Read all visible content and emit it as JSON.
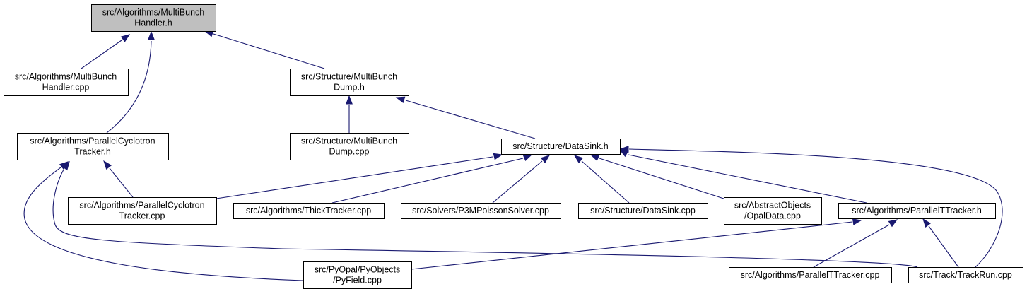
{
  "graph": {
    "nodes": {
      "mbh_h": {
        "lines": [
          "src/Algorithms/MultiBunch",
          "Handler.h"
        ],
        "highlighted": true
      },
      "mbh_cpp": {
        "lines": [
          "src/Algorithms/MultiBunch",
          "Handler.cpp"
        ]
      },
      "mbdump_h": {
        "lines": [
          "src/Structure/MultiBunch",
          "Dump.h"
        ]
      },
      "pct_h": {
        "lines": [
          "src/Algorithms/ParallelCyclotron",
          "Tracker.h"
        ]
      },
      "mbdump_cpp": {
        "lines": [
          "src/Structure/MultiBunch",
          "Dump.cpp"
        ]
      },
      "datasink_h": {
        "lines": [
          "src/Structure/DataSink.h"
        ]
      },
      "pct_cpp": {
        "lines": [
          "src/Algorithms/ParallelCyclotron",
          "Tracker.cpp"
        ]
      },
      "thick_cpp": {
        "lines": [
          "src/Algorithms/ThickTracker.cpp"
        ]
      },
      "p3m_cpp": {
        "lines": [
          "src/Solvers/P3MPoissonSolver.cpp"
        ]
      },
      "datasink_cpp": {
        "lines": [
          "src/Structure/DataSink.cpp"
        ]
      },
      "opaldata_cpp": {
        "lines": [
          "src/AbstractObjects",
          "/OpalData.cpp"
        ]
      },
      "ptt_h": {
        "lines": [
          "src/Algorithms/ParallelTTracker.h"
        ]
      },
      "pyfield_cpp": {
        "lines": [
          "src/PyOpal/PyObjects",
          "/PyField.cpp"
        ]
      },
      "ptt_cpp": {
        "lines": [
          "src/Algorithms/ParallelTTracker.cpp"
        ]
      },
      "trackrun_cpp": {
        "lines": [
          "src/Track/TrackRun.cpp"
        ]
      }
    },
    "edges": [
      {
        "from": "mbh_cpp",
        "to": "mbh_h"
      },
      {
        "from": "mbdump_h",
        "to": "mbh_h"
      },
      {
        "from": "pct_h",
        "to": "mbh_h"
      },
      {
        "from": "mbdump_cpp",
        "to": "mbdump_h"
      },
      {
        "from": "datasink_h",
        "to": "mbdump_h"
      },
      {
        "from": "pct_cpp",
        "to": "pct_h"
      },
      {
        "from": "pyfield_cpp",
        "to": "pct_h"
      },
      {
        "from": "trackrun_cpp",
        "to": "pct_h"
      },
      {
        "from": "pct_cpp",
        "to": "datasink_h"
      },
      {
        "from": "thick_cpp",
        "to": "datasink_h"
      },
      {
        "from": "p3m_cpp",
        "to": "datasink_h"
      },
      {
        "from": "datasink_cpp",
        "to": "datasink_h"
      },
      {
        "from": "opaldata_cpp",
        "to": "datasink_h"
      },
      {
        "from": "ptt_h",
        "to": "datasink_h"
      },
      {
        "from": "trackrun_cpp",
        "to": "datasink_h"
      },
      {
        "from": "pyfield_cpp",
        "to": "ptt_h"
      },
      {
        "from": "ptt_cpp",
        "to": "ptt_h"
      },
      {
        "from": "trackrun_cpp",
        "to": "ptt_h"
      }
    ]
  },
  "colors": {
    "edge": "#191970",
    "node_border": "#000000",
    "node_fill": "#ffffff",
    "highlight_fill": "#bfbfbf"
  }
}
